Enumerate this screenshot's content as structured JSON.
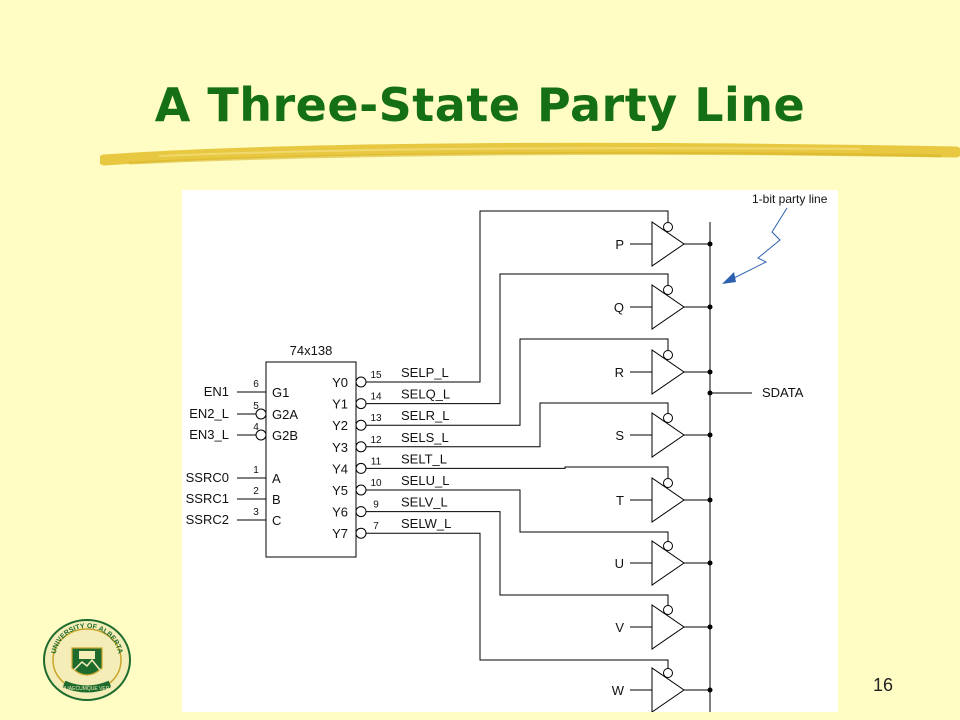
{
  "title": "A Three-State Party Line",
  "page_number": "16",
  "logo": {
    "name": "University of Alberta seal",
    "text_top": "UNIVERSITY OF ALBERTA",
    "motto": "QUAECUMQUE VERA"
  },
  "colors": {
    "background": "#FFFDC4",
    "title": "#157015",
    "accent_stroke": "#E8C840",
    "callout": "#2B5FAF"
  },
  "decoder": {
    "part": "74x138",
    "inputs": [
      {
        "signal": "EN1",
        "pin": "6",
        "label": "G1",
        "active_low": false
      },
      {
        "signal": "EN2_L",
        "pin": "5",
        "label": "G2A",
        "active_low": true
      },
      {
        "signal": "EN3_L",
        "pin": "4",
        "label": "G2B",
        "active_low": true
      },
      {
        "signal": "SSRC0",
        "pin": "1",
        "label": "A",
        "active_low": false
      },
      {
        "signal": "SSRC1",
        "pin": "2",
        "label": "B",
        "active_low": false
      },
      {
        "signal": "SSRC2",
        "pin": "3",
        "label": "C",
        "active_low": false
      }
    ],
    "outputs": [
      {
        "label": "Y0",
        "pin": "15",
        "signal": "SELP_L"
      },
      {
        "label": "Y1",
        "pin": "14",
        "signal": "SELQ_L"
      },
      {
        "label": "Y2",
        "pin": "13",
        "signal": "SELR_L"
      },
      {
        "label": "Y3",
        "pin": "12",
        "signal": "SELS_L"
      },
      {
        "label": "Y4",
        "pin": "11",
        "signal": "SELT_L"
      },
      {
        "label": "Y5",
        "pin": "10",
        "signal": "SELU_L"
      },
      {
        "label": "Y6",
        "pin": "9",
        "signal": "SELV_L"
      },
      {
        "label": "Y7",
        "pin": "7",
        "signal": "SELW_L"
      }
    ]
  },
  "buffers": [
    "P",
    "Q",
    "R",
    "S",
    "T",
    "U",
    "V",
    "W"
  ],
  "bus_label": "SDATA",
  "callout_label": "1-bit party line"
}
